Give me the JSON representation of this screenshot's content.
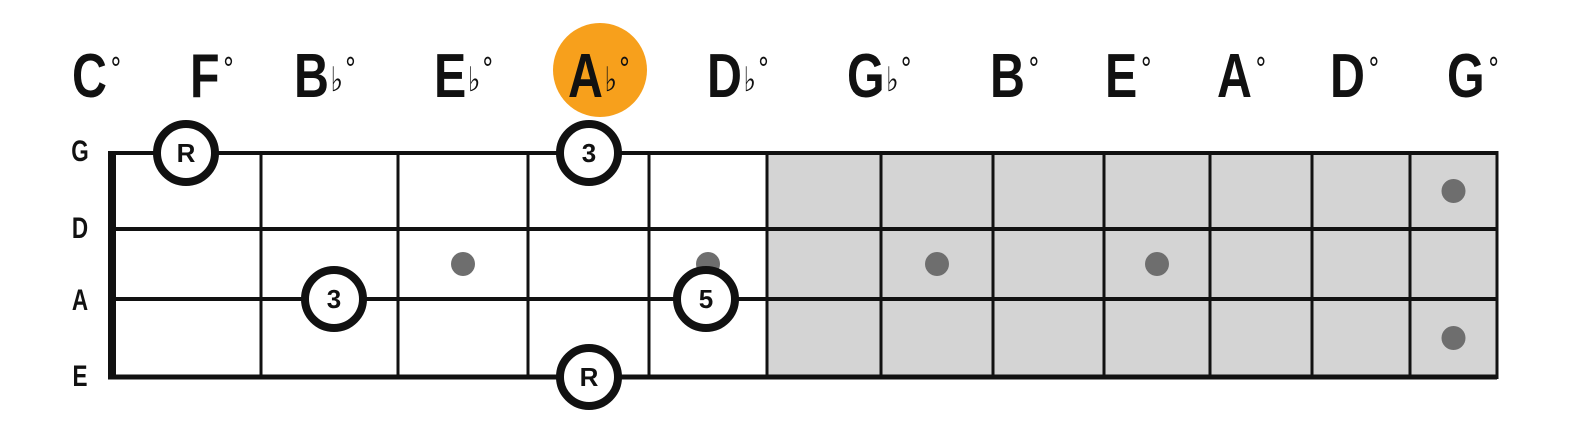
{
  "chords": [
    {
      "root": "C",
      "accidental": "",
      "quality": "°"
    },
    {
      "root": "F",
      "accidental": "",
      "quality": "°"
    },
    {
      "root": "B",
      "accidental": "♭",
      "quality": "°"
    },
    {
      "root": "E",
      "accidental": "♭",
      "quality": "°"
    },
    {
      "root": "A",
      "accidental": "♭",
      "quality": "°"
    },
    {
      "root": "D",
      "accidental": "♭",
      "quality": "°"
    },
    {
      "root": "G",
      "accidental": "♭",
      "quality": "°"
    },
    {
      "root": "B",
      "accidental": "",
      "quality": "°"
    },
    {
      "root": "E",
      "accidental": "",
      "quality": "°"
    },
    {
      "root": "A",
      "accidental": "",
      "quality": "°"
    },
    {
      "root": "D",
      "accidental": "",
      "quality": "°"
    },
    {
      "root": "G",
      "accidental": "",
      "quality": "°"
    }
  ],
  "highlighted_chord_index": 4,
  "highlight_color": "#f7a01c",
  "strings": [
    "G",
    "D",
    "A",
    "E"
  ],
  "fret_count": 12,
  "playable_frets": 5,
  "colors": {
    "line": "#111111",
    "shaded_region": "#d4d4d4",
    "inlay_dot": "#6e6e6e",
    "marker_fill": "#ffffff"
  },
  "inlay_dots": [
    {
      "fret": 3,
      "between_strings": [
        1,
        2
      ]
    },
    {
      "fret": 5,
      "between_strings": [
        1,
        2
      ]
    },
    {
      "fret": 7,
      "between_strings": [
        1,
        2
      ]
    },
    {
      "fret": 9,
      "between_strings": [
        1,
        2
      ]
    },
    {
      "fret": 12,
      "between_strings": [
        0,
        1
      ]
    },
    {
      "fret": 12,
      "between_strings": [
        2,
        3
      ]
    }
  ],
  "note_markers": [
    {
      "string": 0,
      "fret": 1,
      "label": "R"
    },
    {
      "string": 0,
      "fret": 4,
      "label": "3"
    },
    {
      "string": 2,
      "fret": 2,
      "label": "3"
    },
    {
      "string": 2,
      "fret": 5,
      "label": "5"
    },
    {
      "string": 3,
      "fret": 4,
      "label": "R"
    }
  ]
}
